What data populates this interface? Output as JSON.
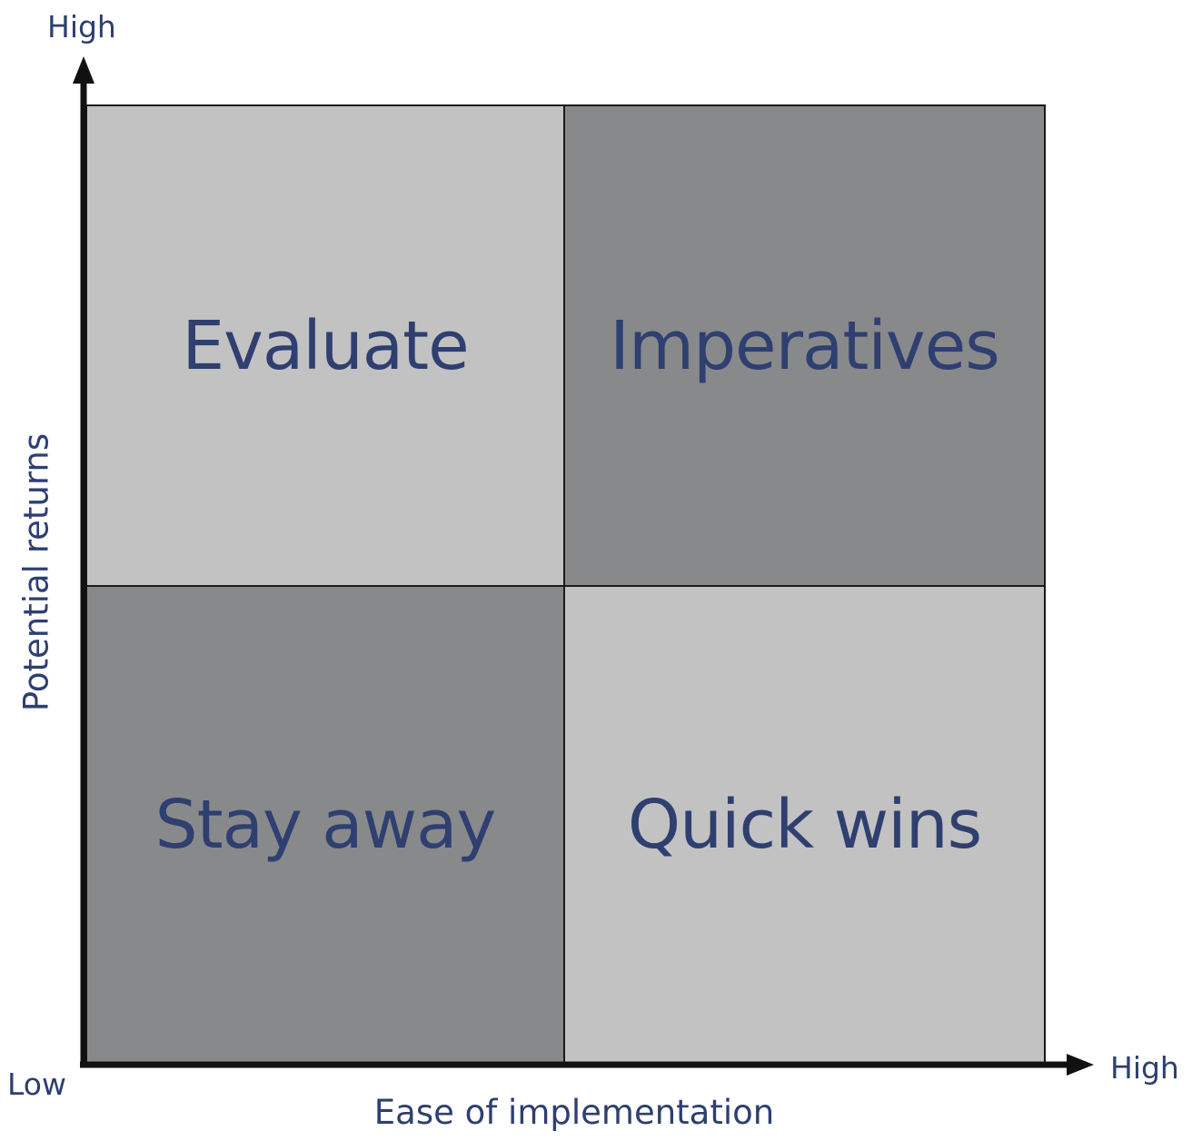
{
  "colors": {
    "text": "#2e3f70",
    "light_quadrant": "#c2c2c2",
    "dark_quadrant": "#88898b",
    "axis": "#111111"
  },
  "quadrants": {
    "top_left": {
      "label": "Evaluate"
    },
    "top_right": {
      "label": "Imperatives"
    },
    "bottom_left": {
      "label": "Stay away"
    },
    "bottom_right": {
      "label": "Quick wins"
    }
  },
  "axes": {
    "y_high": "High",
    "x_low": "Low",
    "x_high": "High",
    "x_title": "Ease of implementation",
    "y_title": "Potential returns"
  }
}
